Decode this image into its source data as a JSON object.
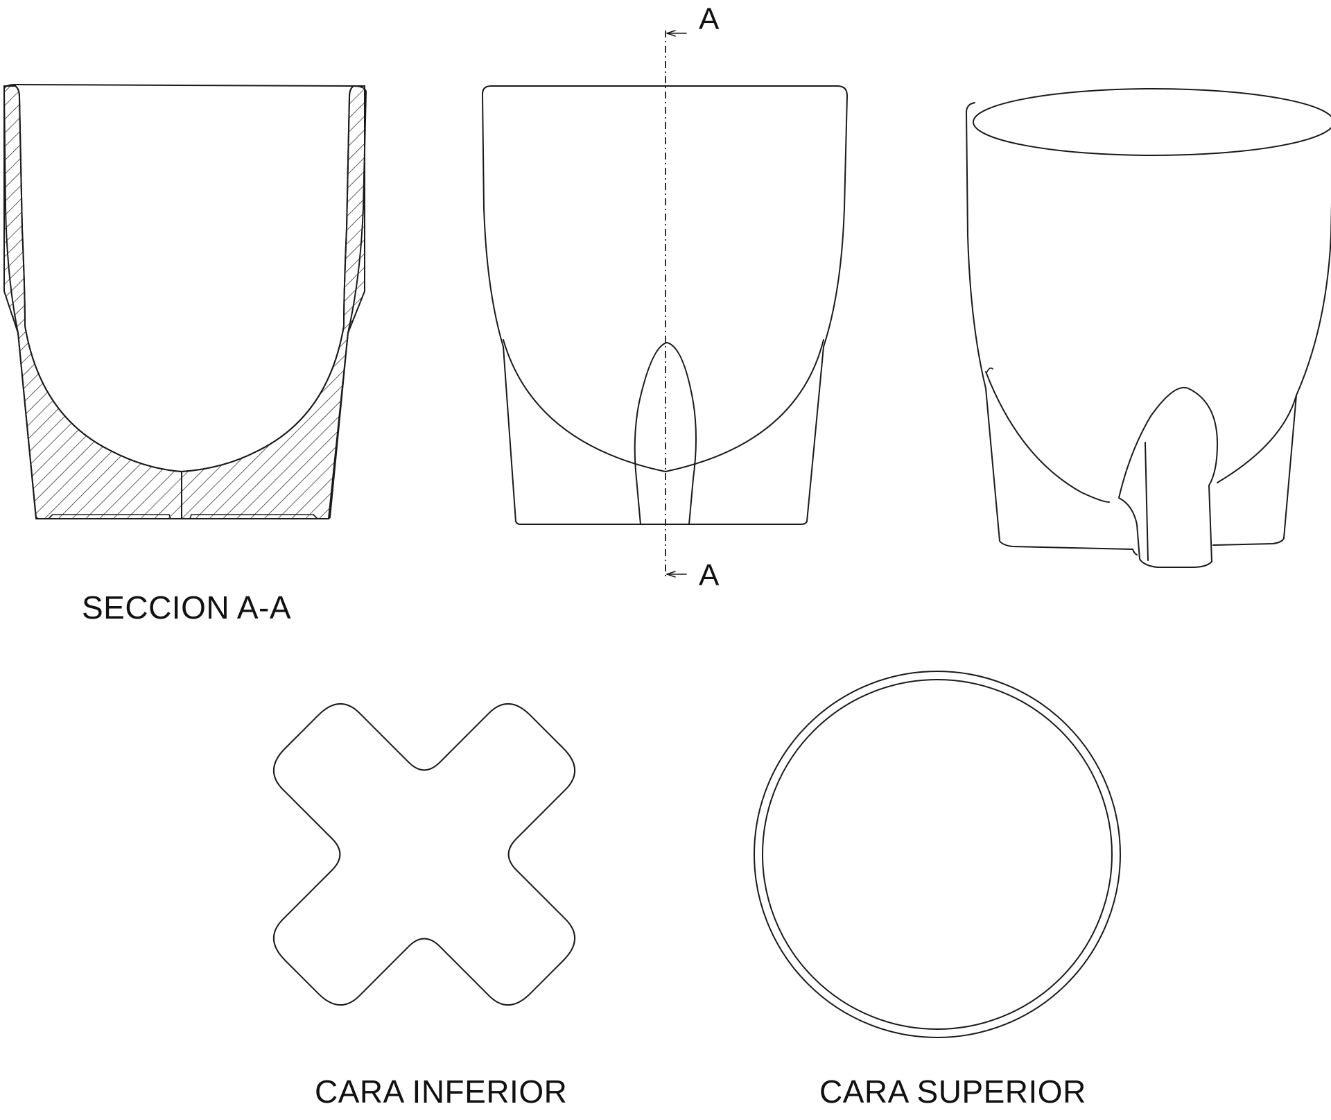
{
  "views": {
    "section": {
      "label": "SECCION A-A"
    },
    "front": {
      "cut_label_top": "A",
      "cut_label_bottom": "A"
    },
    "perspective": {},
    "bottom": {
      "label": "CARA INFERIOR"
    },
    "top": {
      "label": "CARA SUPERIOR"
    }
  },
  "style": {
    "line_color": "#1a1a1a",
    "background": "#ffffff"
  }
}
